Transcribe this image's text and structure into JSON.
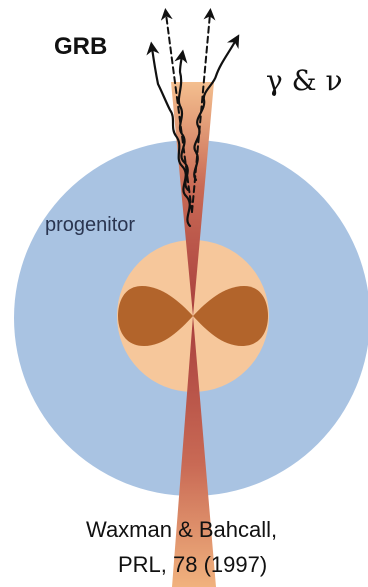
{
  "labels": {
    "grb": "GRB",
    "gamma_nu": "γ & ν",
    "progenitor": "progenitor",
    "citation_line1": "Waxman & Bahcall,",
    "citation_line2": "PRL, 78 (1997)"
  },
  "colors": {
    "envelope": "#a9c3e2",
    "core": "#f6c79b",
    "torus": "#b2642b",
    "jet_dark": "#a83f3d",
    "jet_light": "#f1b27e",
    "arrows": "#111111"
  },
  "icons": {
    "photon_arrows": "wavy-arrow-icon",
    "neutrino_arrows": "dashed-arrow-icon"
  }
}
